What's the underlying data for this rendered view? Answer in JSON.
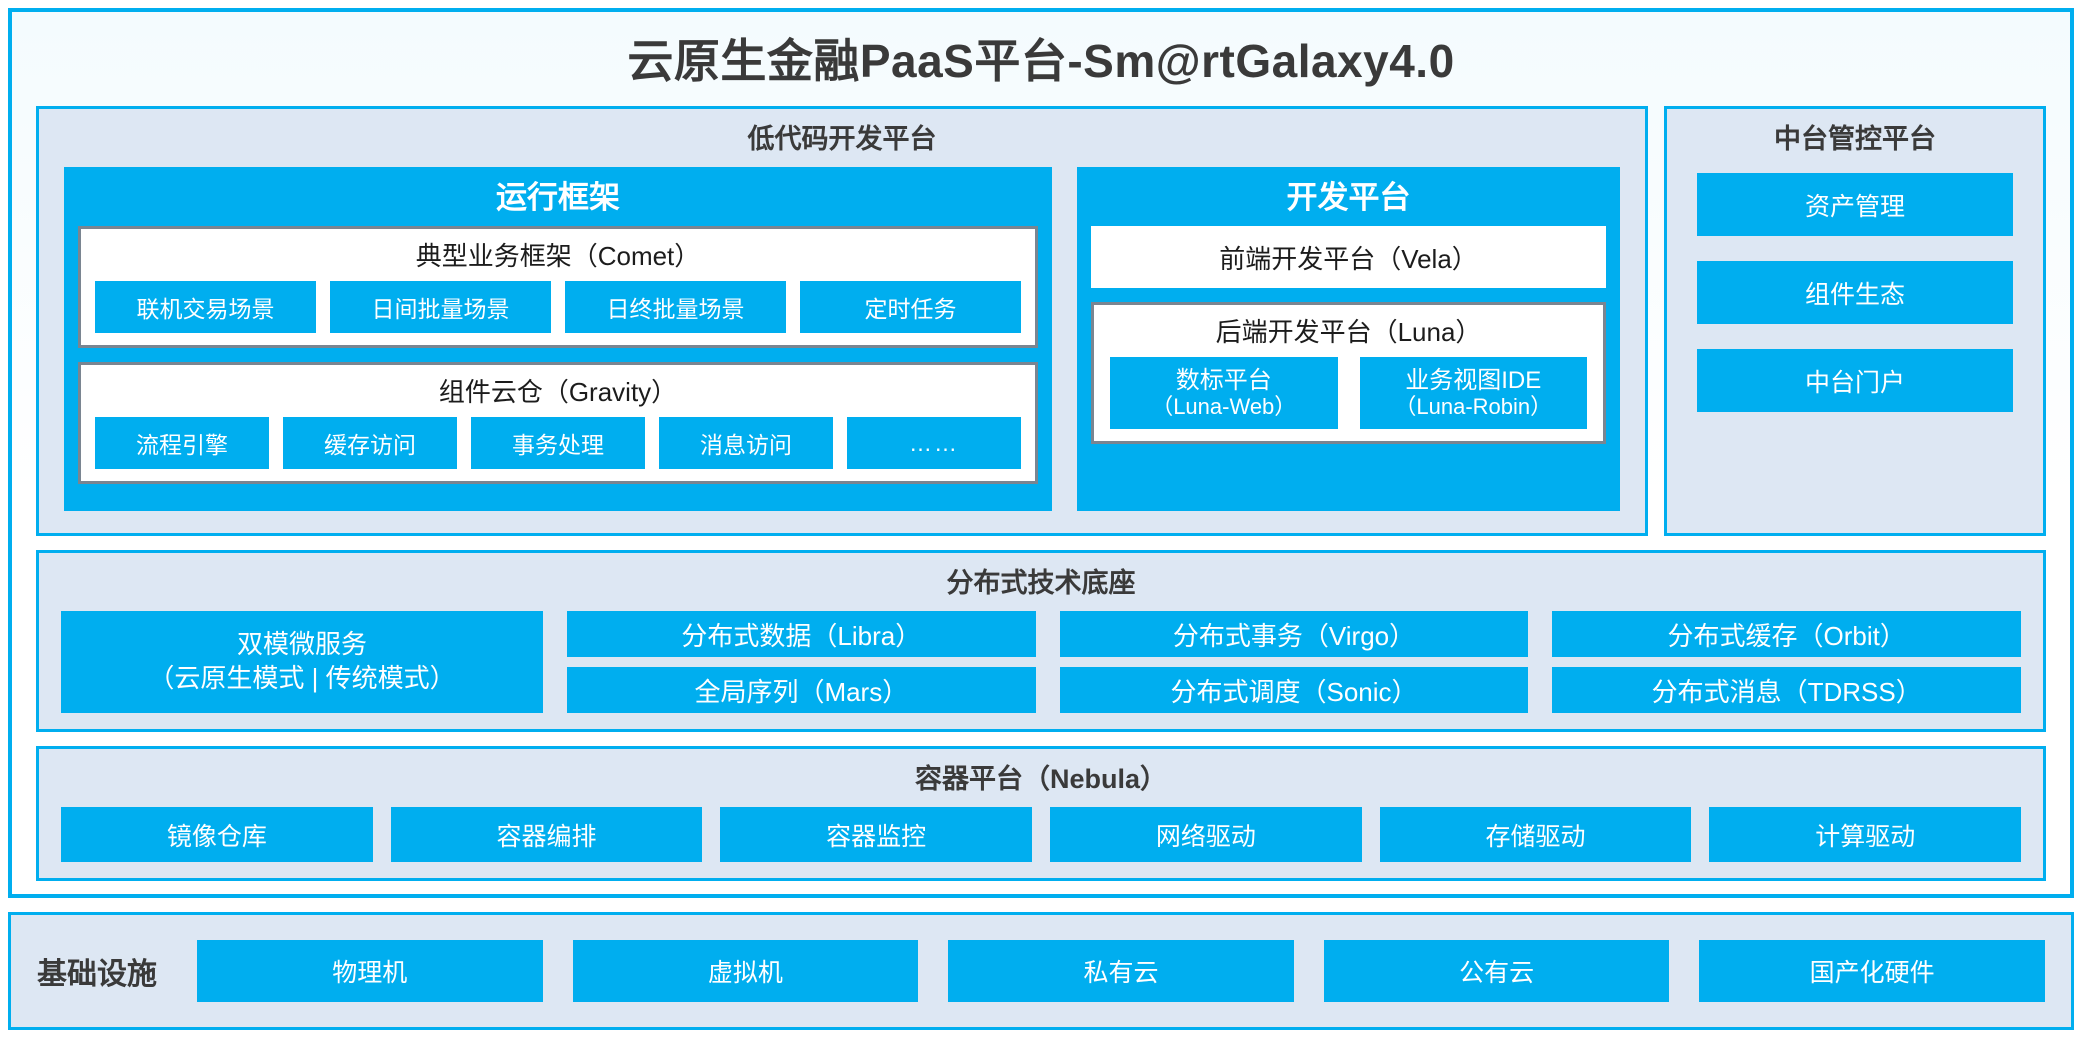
{
  "title": "云原生金融PaaS平台-Sm@rtGalaxy4.0",
  "colors": {
    "accent": "#00AEEF",
    "panel_bg": "#DDE7F3",
    "group_border": "#7A8591",
    "text_dark": "#3A3A3A",
    "text_white": "#FFFFFF"
  },
  "lowcode": {
    "title": "低代码开发平台",
    "runtime": {
      "title": "运行框架",
      "comet": {
        "title": "典型业务框架（Comet）",
        "items": [
          "联机交易场景",
          "日间批量场景",
          "日终批量场景",
          "定时任务"
        ]
      },
      "gravity": {
        "title": "组件云仓（Gravity）",
        "items": [
          "流程引擎",
          "缓存访问",
          "事务处理",
          "消息访问",
          "……"
        ]
      }
    },
    "devplatform": {
      "title": "开发平台",
      "frontend": "前端开发平台（Vela）",
      "backend": {
        "title": "后端开发平台（Luna）",
        "items": [
          {
            "name": "数标平台",
            "code": "（Luna-Web）"
          },
          {
            "name": "业务视图IDE",
            "code": "（Luna-Robin）"
          }
        ]
      }
    }
  },
  "console": {
    "title": "中台管控平台",
    "items": [
      "资产管理",
      "组件生态",
      "中台门户"
    ]
  },
  "distributed": {
    "title": "分布式技术底座",
    "microservice": {
      "line1": "双模微服务",
      "line2": "（云原生模式 | 传统模式）"
    },
    "columns": [
      [
        "分布式数据（Libra）",
        "全局序列（Mars）"
      ],
      [
        "分布式事务（Virgo）",
        "分布式调度（Sonic）"
      ],
      [
        "分布式缓存（Orbit）",
        "分布式消息（TDRSS）"
      ]
    ]
  },
  "container": {
    "title": "容器平台（Nebula）",
    "items": [
      "镜像仓库",
      "容器编排",
      "容器监控",
      "网络驱动",
      "存储驱动",
      "计算驱动"
    ]
  },
  "infrastructure": {
    "label": "基础设施",
    "items": [
      "物理机",
      "虚拟机",
      "私有云",
      "公有云",
      "国产化硬件"
    ]
  }
}
